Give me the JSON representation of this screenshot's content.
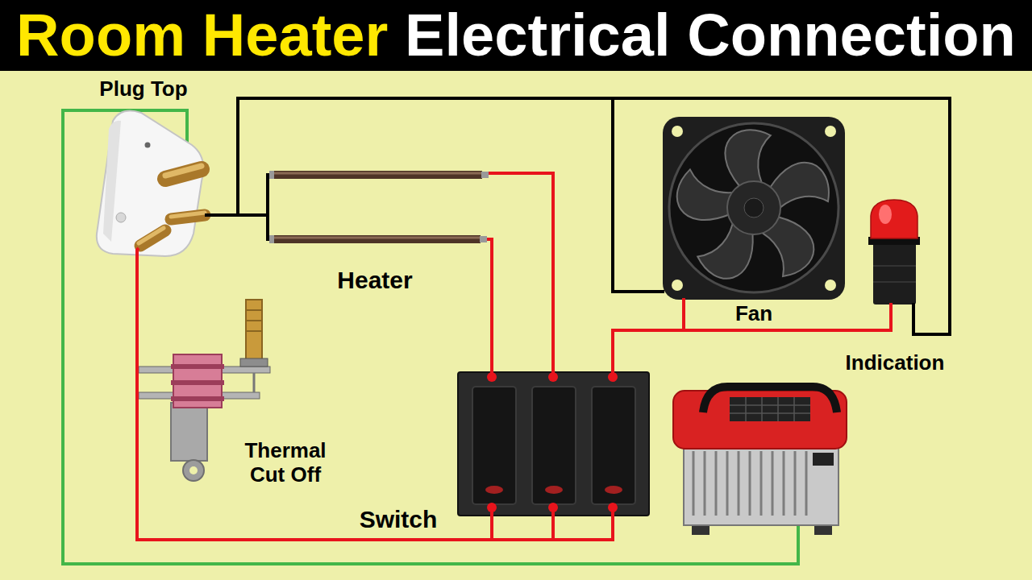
{
  "diagram": {
    "title": "Room Heater Electrical Connection",
    "nodes": [
      {
        "text": [
          "Plug Top"
        ]
      },
      {
        "text": [
          "Heater"
        ]
      },
      {
        "text": [
          "Fan"
        ]
      },
      {
        "text": [
          "Indication"
        ]
      },
      {
        "text": [
          "Thermal Cut Off"
        ]
      },
      {
        "text": [
          "Switch"
        ]
      }
    ],
    "edges": [
      {
        "from": 0,
        "to": 1,
        "arrow": "none"
      },
      {
        "from": 0,
        "to": 2,
        "arrow": "none"
      },
      {
        "from": 0,
        "to": 3,
        "arrow": "none"
      },
      {
        "from": 0,
        "to": 4,
        "arrow": "none"
      },
      {
        "from": 4,
        "to": 5,
        "arrow": "none"
      },
      {
        "from": 5,
        "to": 1,
        "arrow": "none"
      },
      {
        "from": 5,
        "to": 1,
        "arrow": "none"
      },
      {
        "from": 5,
        "to": 2,
        "arrow": "none"
      },
      {
        "from": 5,
        "to": 3,
        "arrow": "none"
      }
    ]
  }
}
